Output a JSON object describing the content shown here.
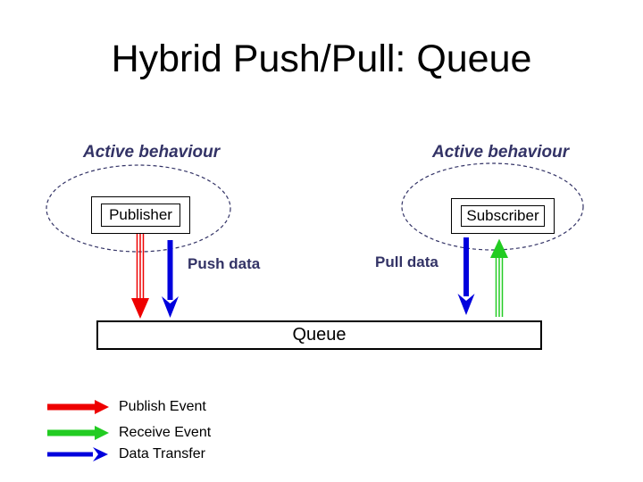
{
  "slide": {
    "title": "Hybrid Push/Pull: Queue"
  },
  "diagram": {
    "left_region_label": "Active behaviour",
    "right_region_label": "Active behaviour",
    "publisher_label": "Publisher",
    "subscriber_label": "Subscriber",
    "push_data_label": "Push data",
    "pull_data_label": "Pull data",
    "queue_label": "Queue"
  },
  "legend": {
    "items": [
      {
        "label": "Publish Event",
        "arrow_icon": "publish-arrow-icon",
        "color": "#EE0000"
      },
      {
        "label": "Receive Event",
        "arrow_icon": "receive-arrow-icon",
        "color": "#22CC22"
      },
      {
        "label": "Data Transfer",
        "arrow_icon": "transfer-arrow-icon",
        "color": "#0000DD"
      }
    ]
  },
  "colors": {
    "publish": "#EE0000",
    "receive": "#22CC22",
    "transfer": "#0000DD",
    "annotation": "#333366",
    "text": "#000000",
    "background": "#FFFFFF"
  }
}
